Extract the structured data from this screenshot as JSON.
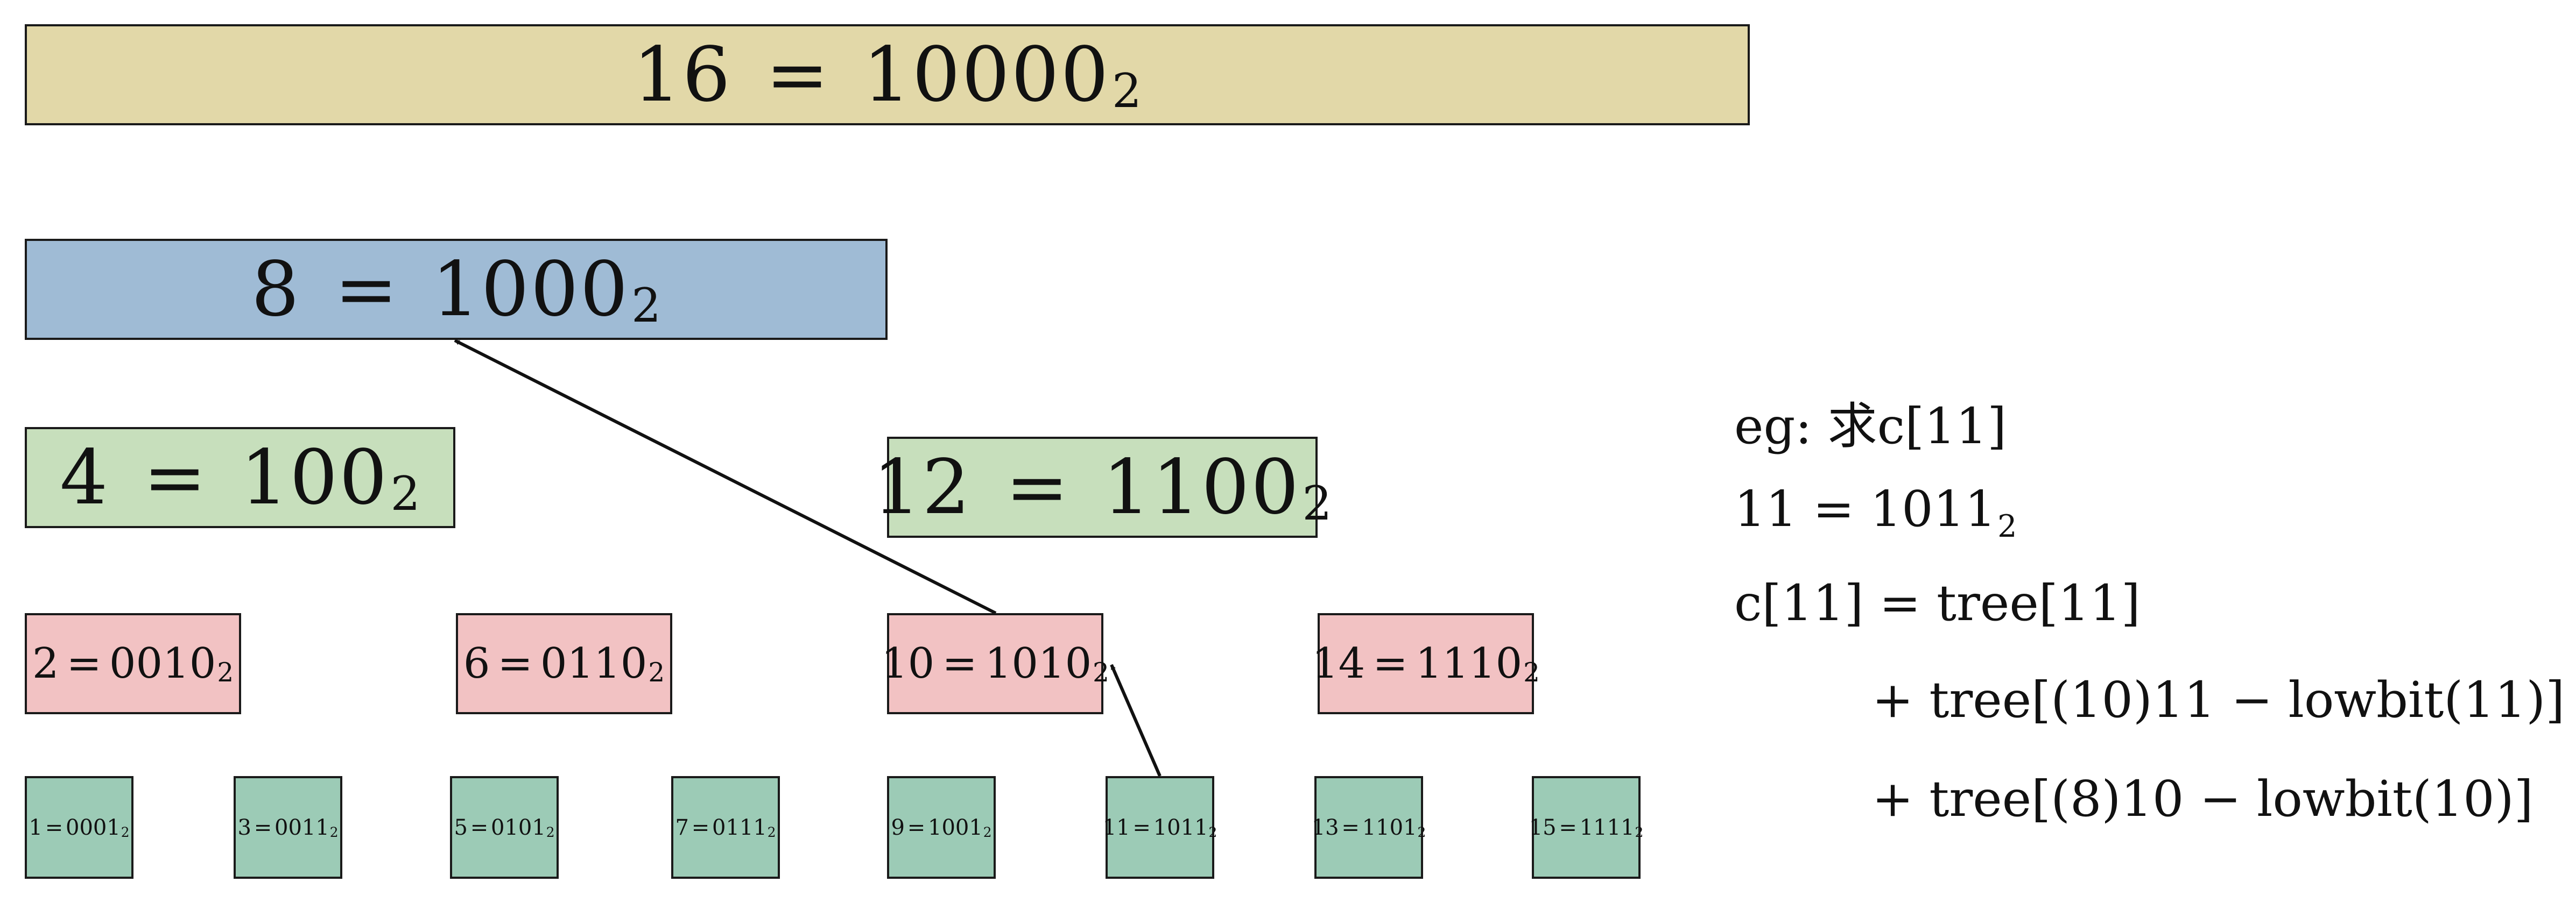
{
  "boxes": {
    "n16": {
      "num": "16",
      "eq": "=",
      "bin": "10000",
      "base": "2"
    },
    "n8": {
      "num": "8",
      "eq": "=",
      "bin": "1000",
      "base": "2"
    },
    "n4": {
      "num": "4",
      "eq": "=",
      "bin": "100",
      "base": "2"
    },
    "n12": {
      "num": "12",
      "eq": "=",
      "bin": "1100",
      "base": "2"
    },
    "n2": {
      "num": "2",
      "eq": "=",
      "bin": "0010",
      "base": "2"
    },
    "n6": {
      "num": "6",
      "eq": "=",
      "bin": "0110",
      "base": "2"
    },
    "n10": {
      "num": "10",
      "eq": "=",
      "bin": "1010",
      "base": "2"
    },
    "n14": {
      "num": "14",
      "eq": "=",
      "bin": "1110",
      "base": "2"
    },
    "n1": {
      "num": "1",
      "eq": "=",
      "bin": "0001",
      "base": "2"
    },
    "n3": {
      "num": "3",
      "eq": "=",
      "bin": "0011",
      "base": "2"
    },
    "n5": {
      "num": "5",
      "eq": "=",
      "bin": "0101",
      "base": "2"
    },
    "n7": {
      "num": "7",
      "eq": "=",
      "bin": "0111",
      "base": "2"
    },
    "n9": {
      "num": "9",
      "eq": "=",
      "bin": "1001",
      "base": "2"
    },
    "n11": {
      "num": "11",
      "eq": "=",
      "bin": "1011",
      "base": "2"
    },
    "n13": {
      "num": "13",
      "eq": "=",
      "bin": "1101",
      "base": "2"
    },
    "n15": {
      "num": "15",
      "eq": "=",
      "bin": "1111",
      "base": "2"
    }
  },
  "colors": {
    "level_16": "#e2d8a8",
    "level_8": "#9fbbd5",
    "level_4": "#c7dfbc",
    "level_2": "#f2c2c3",
    "level_1": "#9ccbb6"
  },
  "notes": {
    "line1": "eg: 求c[11]",
    "line2_main": "11 = 1011",
    "line2_sub": "2",
    "line3": "c[11] = tree[11]",
    "line4": "+ tree[(10)11 − lowbit(11)]",
    "line5": "+ tree[(8)10 − lowbit(10)]"
  }
}
